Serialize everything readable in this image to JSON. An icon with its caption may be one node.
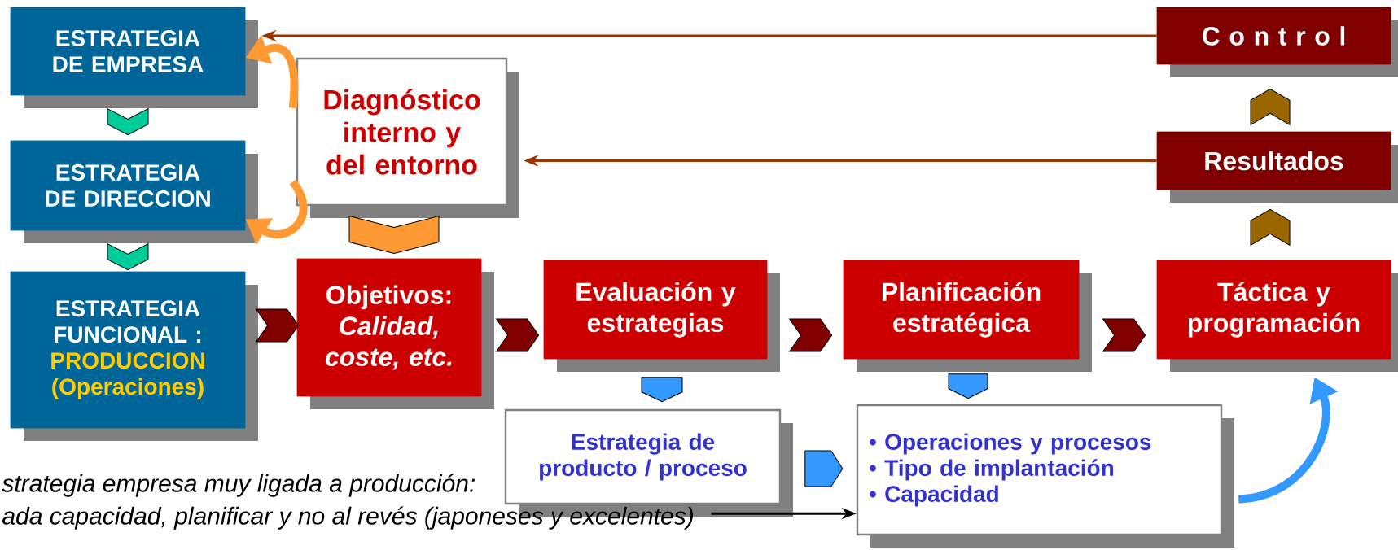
{
  "diagram": {
    "nodes": [
      {
        "text": [
          "ESTRATEGIA DE EMPRESA"
        ]
      },
      {
        "text": [
          "ESTRATEGIA DE DIRECCION"
        ]
      },
      {
        "text": [
          "ESTRATEGIA FUNCIONAL :",
          "PRODUCCION (Operaciones)"
        ]
      },
      {
        "text": [
          "Diagnóstico interno y del entorno"
        ]
      },
      {
        "text": [
          "Objetivos:",
          "Calidad, coste, etc."
        ]
      },
      {
        "text": [
          "Evaluación y estrategias"
        ]
      },
      {
        "text": [
          "Planificación estratégica"
        ]
      },
      {
        "text": [
          "Táctica y programación"
        ]
      },
      {
        "text": [
          "Resultados"
        ]
      },
      {
        "text": [
          "C o n t r o l"
        ]
      },
      {
        "text": [
          "Estrategia de producto / proceso"
        ]
      },
      {
        "text": [
          "• Operaciones y procesos",
          "• Tipo de implantación",
          "• Capacidad"
        ]
      },
      {
        "text": [
          "strategia empresa muy ligada a producción:",
          "ada capacidad, planificar y no al revés (japoneses y excelentes)"
        ]
      }
    ],
    "edges": [
      {
        "from": 9,
        "to": 0,
        "arrow": "to",
        "color": "#993300"
      },
      {
        "from": 8,
        "to": 3,
        "arrow": "to",
        "color": "#993300"
      },
      {
        "from": 0,
        "to": 1,
        "arrow": "to",
        "color": "#00cc99"
      },
      {
        "from": 1,
        "to": 2,
        "arrow": "to",
        "color": "#00cc99"
      },
      {
        "from": 3,
        "to": 0,
        "arrow": "to",
        "style": "thick",
        "color": "#ff9933"
      },
      {
        "from": 3,
        "to": 1,
        "arrow": "to",
        "style": "thick",
        "color": "#ff9933"
      },
      {
        "from": 3,
        "to": 4,
        "arrow": "to",
        "color": "#ff9933"
      },
      {
        "from": 2,
        "to": 4,
        "arrow": "to"
      },
      {
        "from": 4,
        "to": 5,
        "arrow": "to"
      },
      {
        "from": 5,
        "to": 6,
        "arrow": "to"
      },
      {
        "from": 6,
        "to": 7,
        "arrow": "to"
      },
      {
        "from": 7,
        "to": 8,
        "arrow": "to",
        "color": "#996600"
      },
      {
        "from": 8,
        "to": 9,
        "arrow": "to",
        "color": "#996600"
      },
      {
        "from": 5,
        "to": 10,
        "arrow": "to",
        "color": "#3399ff"
      },
      {
        "from": 6,
        "to": 11,
        "arrow": "to",
        "color": "#3399ff"
      },
      {
        "from": 10,
        "to": 11,
        "arrow": "to",
        "color": "#3399ff"
      },
      {
        "from": 11,
        "to": 7,
        "arrow": "to",
        "style": "thick",
        "color": "#3399ff"
      },
      {
        "from": 12,
        "to": 11,
        "arrow": "to",
        "color": "#000000"
      }
    ]
  }
}
